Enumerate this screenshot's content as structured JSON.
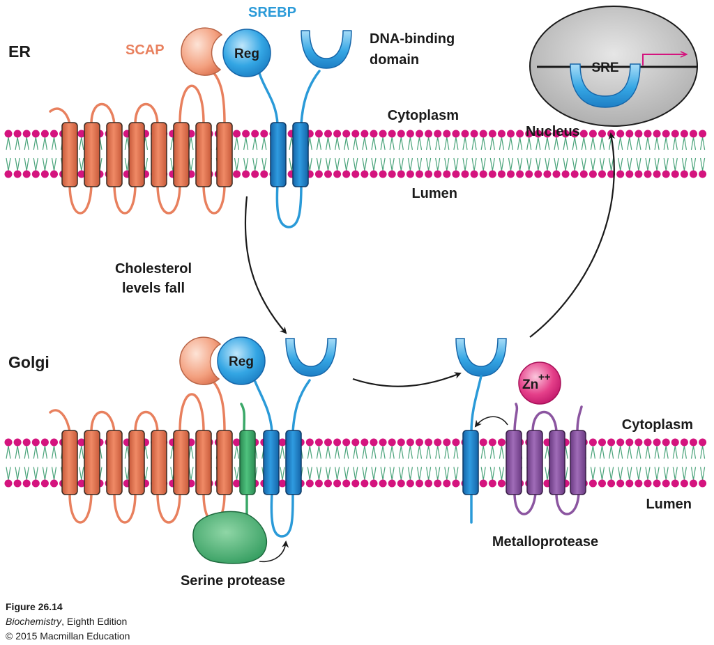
{
  "labels": {
    "er": "ER",
    "golgi": "Golgi",
    "scap": "SCAP",
    "srebp": "SREBP",
    "reg_er": "Reg",
    "reg_golgi": "Reg",
    "dna_binding_1": "DNA-binding",
    "dna_binding_2": "domain",
    "cytoplasm_er": "Cytoplasm",
    "lumen_er": "Lumen",
    "cytoplasm_golgi": "Cytoplasm",
    "lumen_golgi": "Lumen",
    "nucleus": "Nucleus",
    "sre": "SRE",
    "cholesterol_1": "Cholesterol",
    "cholesterol_2": "levels fall",
    "zn": "Zn",
    "zn_charge": "++",
    "metalloprotease": "Metalloprotease",
    "serine_protease": "Serine protease"
  },
  "caption": {
    "figure": "Figure 26.14",
    "book_title": "Biochemistry",
    "book_edition": ", Eighth Edition",
    "copyright": "© 2015 Macmillan Education"
  },
  "colors": {
    "scap": "#e8805e",
    "scap_light": "#f4a98a",
    "srebp": "#2a9ad8",
    "srebp_dark": "#1f78c0",
    "lipid_head": "#d4147e",
    "lipid_tail": "#4aa37a",
    "serine_protease": "#3aa868",
    "metalloprotease": "#8b55a0",
    "zn": "#e0347e",
    "nucleus": "#c8c8c8",
    "arrow_magenta": "#d4147e",
    "text": "#1a1a1a"
  }
}
